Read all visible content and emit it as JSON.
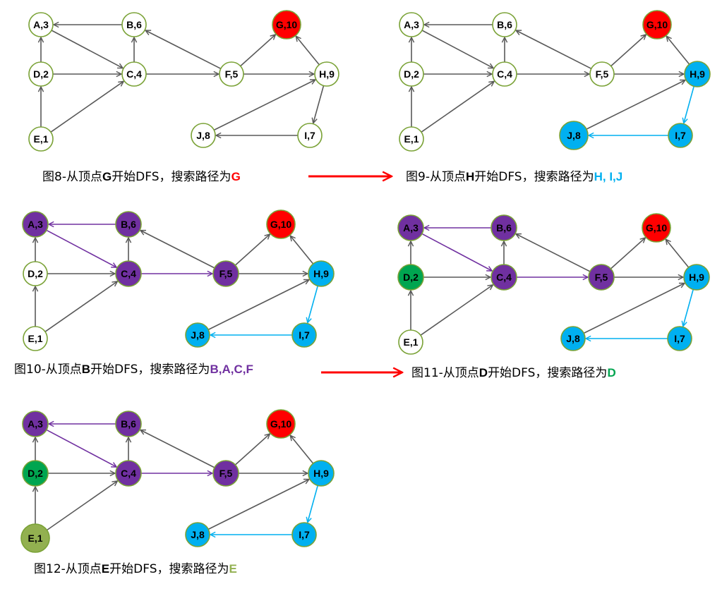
{
  "colors": {
    "unvisited_fill": "#ffffff",
    "unvisited_border": "#7aa236",
    "edge_default": "#595959",
    "red": "#ff0000",
    "cyan": "#00b0f0",
    "purple": "#7030a0",
    "green": "#00a550",
    "olive": "#92b050",
    "arrow_red": "#ff0000"
  },
  "nodes": [
    {
      "id": "A",
      "label": "A,3"
    },
    {
      "id": "B",
      "label": "B,6"
    },
    {
      "id": "G",
      "label": "G,10"
    },
    {
      "id": "D",
      "label": "D,2"
    },
    {
      "id": "C",
      "label": "C,4"
    },
    {
      "id": "F",
      "label": "F,5"
    },
    {
      "id": "H",
      "label": "H,9"
    },
    {
      "id": "E",
      "label": "E,1"
    },
    {
      "id": "J",
      "label": "J,8"
    },
    {
      "id": "I",
      "label": "I,7"
    }
  ],
  "edges": [
    {
      "from": "B",
      "to": "A"
    },
    {
      "from": "A",
      "to": "C"
    },
    {
      "from": "C",
      "to": "B"
    },
    {
      "from": "D",
      "to": "A"
    },
    {
      "from": "D",
      "to": "C"
    },
    {
      "from": "E",
      "to": "D"
    },
    {
      "from": "E",
      "to": "C"
    },
    {
      "from": "C",
      "to": "F"
    },
    {
      "from": "F",
      "to": "B"
    },
    {
      "from": "F",
      "to": "G"
    },
    {
      "from": "F",
      "to": "H"
    },
    {
      "from": "H",
      "to": "G"
    },
    {
      "from": "H",
      "to": "I"
    },
    {
      "from": "I",
      "to": "J"
    },
    {
      "from": "J",
      "to": "H"
    }
  ],
  "figures": [
    {
      "id": "fig8",
      "caption": {
        "prefix": "图8-从顶点",
        "start": "G",
        "mid": "开始DFS，搜索路径为",
        "path": "G",
        "path_color": "red"
      },
      "node_colors": {
        "G": "red"
      },
      "edge_colors": {}
    },
    {
      "id": "fig9",
      "caption": {
        "prefix": "图9-从顶点",
        "start": "H",
        "mid": "开始DFS，搜索路径为",
        "path": "H, I,J",
        "path_color": "cyan"
      },
      "node_colors": {
        "G": "red",
        "H": "cyan",
        "I": "cyan",
        "J": "cyan"
      },
      "edge_colors": {
        "H-I": "cyan",
        "I-J": "cyan"
      }
    },
    {
      "id": "fig10",
      "caption": {
        "prefix": "图10-从顶点",
        "start": "B",
        "mid": "开始DFS，搜索路径为",
        "path": "B,A,C,F",
        "path_color": "purple"
      },
      "node_colors": {
        "G": "red",
        "H": "cyan",
        "I": "cyan",
        "J": "cyan",
        "A": "purple",
        "B": "purple",
        "C": "purple",
        "F": "purple"
      },
      "edge_colors": {
        "H-I": "cyan",
        "I-J": "cyan",
        "B-A": "purple",
        "A-C": "purple",
        "C-F": "purple"
      }
    },
    {
      "id": "fig11",
      "caption": {
        "prefix": "图11-从顶点",
        "start": "D",
        "mid": "开始DFS，搜索路径为",
        "path": "D",
        "path_color": "green"
      },
      "node_colors": {
        "G": "red",
        "H": "cyan",
        "I": "cyan",
        "J": "cyan",
        "A": "purple",
        "B": "purple",
        "C": "purple",
        "F": "purple",
        "D": "green"
      },
      "edge_colors": {
        "H-I": "cyan",
        "I-J": "cyan",
        "B-A": "purple",
        "A-C": "purple",
        "C-F": "purple"
      }
    },
    {
      "id": "fig12",
      "caption": {
        "prefix": "图12-从顶点",
        "start": "E",
        "mid": "开始DFS，搜索路径为",
        "path": "E",
        "path_color": "olive"
      },
      "node_colors": {
        "G": "red",
        "H": "cyan",
        "I": "cyan",
        "J": "cyan",
        "A": "purple",
        "B": "purple",
        "C": "purple",
        "F": "purple",
        "D": "green",
        "E": "olive"
      },
      "edge_colors": {
        "H-I": "cyan",
        "I-J": "cyan",
        "B-A": "purple",
        "A-C": "purple",
        "C-F": "purple"
      }
    }
  ]
}
